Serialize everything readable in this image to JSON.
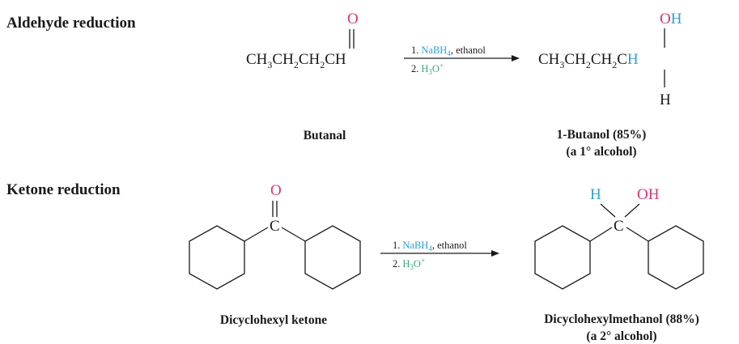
{
  "colors": {
    "black": "#1a1a1a",
    "oxygen": "#d6357a",
    "hydrogen": "#2ea0d0",
    "reagent": "#2ea0d0",
    "water": "#3aaa7a"
  },
  "aldehyde": {
    "heading": "Aldehyde reduction",
    "reactant": {
      "formula_parts": [
        "CH",
        "3",
        "CH",
        "2",
        "CH",
        "2",
        "CH"
      ],
      "oxygen": "O",
      "name": "Butanal"
    },
    "conditions": {
      "step1_number": "1.",
      "step1_reagent": [
        "NaBH",
        "4"
      ],
      "step1_solvent": ", ethanol",
      "step2_number": "2.",
      "step2_reagent": [
        "H",
        "3",
        "O",
        "+"
      ]
    },
    "product": {
      "formula_parts": [
        "CH",
        "3",
        "CH",
        "2",
        "CH",
        "2",
        "C"
      ],
      "added_h": "H",
      "oh_o": "O",
      "oh_h": "H",
      "bottom_h": "H",
      "name": "1-Butanol (85%)",
      "class": "(a 1° alcohol)"
    }
  },
  "ketone": {
    "heading": "Ketone reduction",
    "reactant": {
      "oxygen": "O",
      "carbon": "C",
      "name": "Dicyclohexyl ketone"
    },
    "conditions": {
      "step1_number": "1.",
      "step1_reagent": [
        "NaBH",
        "4"
      ],
      "step1_solvent": ", ethanol",
      "step2_number": "2.",
      "step2_reagent": [
        "H",
        "3",
        "O",
        "+"
      ]
    },
    "product": {
      "h": "H",
      "oh": "OH",
      "carbon": "C",
      "name": "Dicyclohexylmethanol (88%)",
      "class": "(a 2° alcohol)"
    }
  }
}
